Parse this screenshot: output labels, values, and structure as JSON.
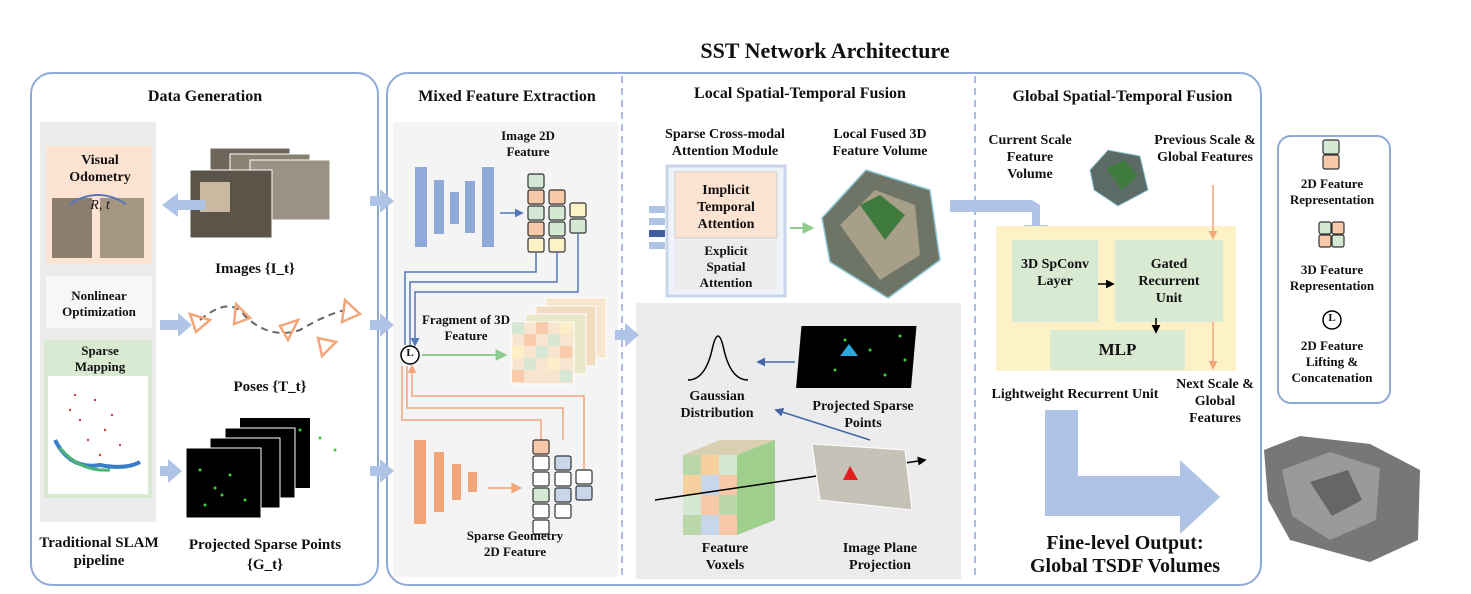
{
  "title": "SST Network Architecture",
  "data_generation": {
    "header": "Data Generation",
    "visual_odometry": "Visual Odometry",
    "rt": "R, t",
    "nonlinear_optimization": "Nonlinear Optimization",
    "sparse_mapping": "Sparse Mapping",
    "traditional_slam": "Traditional SLAM pipeline",
    "images_label": "Images {I_t}",
    "poses_label": "Poses {T_t}",
    "projected_sparse_points": "Projected Sparse Points",
    "gt_label": "{G_t}"
  },
  "mixed_feature_extraction": {
    "header": "Mixed Feature Extraction",
    "image_2d_feature": "Image 2D Feature",
    "fragment_3d_feature": "Fragment of 3D Feature",
    "sparse_geometry_2d_feature": "Sparse Geometry 2D Feature",
    "lift_symbol": "L"
  },
  "local_fusion": {
    "header": "Local Spatial-Temporal Fusion",
    "sparse_cross_modal": "Sparse Cross-modal Attention Module",
    "local_fused_volume": "Local Fused 3D Feature Volume",
    "implicit_temporal": "Implicit Temporal Attention",
    "explicit_spatial": "Explicit Spatial Attention",
    "gaussian_distribution": "Gaussian Distribution",
    "projected_sparse_points": "Projected Sparse Points",
    "feature_voxels": "Feature Voxels",
    "image_plane_projection": "Image Plane Projection"
  },
  "global_fusion": {
    "header": "Global Spatial-Temporal Fusion",
    "current_scale": "Current Scale Feature Volume",
    "previous_scale": "Previous Scale & Global Features",
    "spconv": "3D SpConv Layer",
    "gru": "Gated Recurrent Unit",
    "mlp": "MLP",
    "lightweight": "Lightweight Recurrent Unit",
    "next_scale": "Next Scale & Global Features",
    "output_line1": "Fine-level Output:",
    "output_line2": "Global TSDF Volumes"
  },
  "legend": {
    "feat2d": "2D Feature Representation",
    "feat3d": "3D Feature Representation",
    "lifting": "2D Feature Lifting & Concatenation",
    "lift_symbol": "L"
  },
  "colors": {
    "panel_border": "#8fa9d8",
    "blue_arrow": "#aec3e6",
    "orange": "#f2a67a",
    "green_cell": "#d5e8d4",
    "orange_cell": "#f8c9a8",
    "yellow_box": "#fdf1c8",
    "green_box": "#d9ead3"
  }
}
